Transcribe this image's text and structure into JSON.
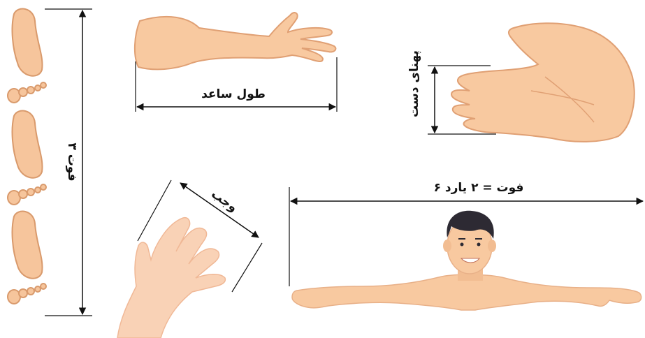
{
  "labels": {
    "three_feet": "۳ فوت",
    "forearm_length": "طول ساعد",
    "hand_width": "پهنای دست",
    "hand_span": "وجب",
    "six_feet_two_yards": "۶ فوت = ۲ یارد"
  },
  "colors": {
    "skin": "#f8c9a0",
    "skin_outline": "#e0a074",
    "foot": "#f6c59c",
    "hair": "#2d2a33",
    "line": "#111111"
  }
}
